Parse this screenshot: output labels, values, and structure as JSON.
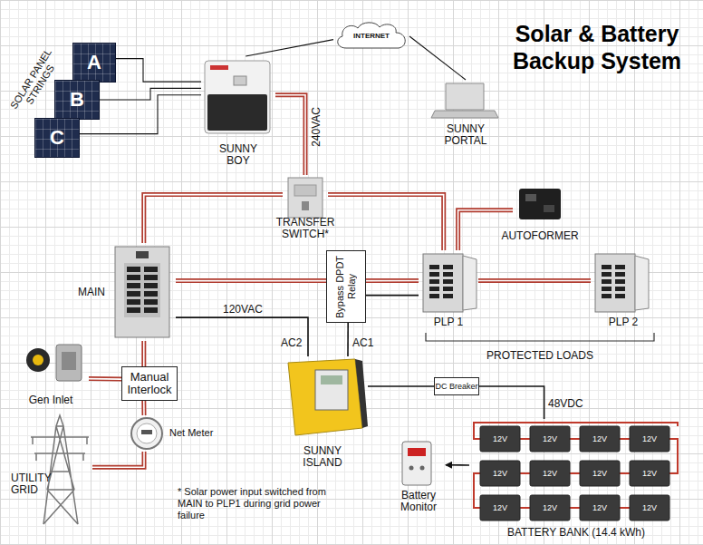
{
  "diagram": {
    "title": "Solar & Battery Backup System",
    "nodes": [
      {
        "text": [
          "A"
        ]
      },
      {
        "text": [
          "B"
        ]
      },
      {
        "text": [
          "C"
        ]
      },
      {
        "text": [
          "INTERNET"
        ]
      },
      {
        "text": [
          "SUNNY BOY"
        ]
      },
      {
        "text": [
          "SUNNY PORTAL"
        ]
      },
      {
        "text": [
          "TRANSFER SWITCH*"
        ]
      },
      {
        "text": [
          "AUTOFORMER"
        ]
      },
      {
        "text": [
          "MAIN"
        ]
      },
      {
        "text": [
          "Bypass DPDT Relay"
        ]
      },
      {
        "text": [
          "PLP 1"
        ]
      },
      {
        "text": [
          "PLP 2"
        ]
      },
      {
        "text": [
          "Gen Inlet"
        ]
      },
      {
        "text": [
          "Manual Interlock"
        ]
      },
      {
        "text": [
          "SUNNY ISLAND"
        ]
      },
      {
        "text": [
          "DC Breaker"
        ]
      },
      {
        "text": [
          "Net Meter"
        ]
      },
      {
        "text": [
          "Battery Monitor"
        ]
      },
      {
        "text": [
          "UTILITY GRID"
        ]
      },
      {
        "text": [
          "BATTERY BANK (14.4 kWh)"
        ]
      }
    ],
    "edges": [
      {
        "from": 0,
        "to": 4,
        "arrow": "none"
      },
      {
        "from": 1,
        "to": 4,
        "arrow": "none"
      },
      {
        "from": 2,
        "to": 4,
        "arrow": "none"
      },
      {
        "from": 4,
        "to": 3,
        "arrow": "none"
      },
      {
        "from": 3,
        "to": 5,
        "arrow": "none"
      },
      {
        "from": 4,
        "to": 6,
        "label": "240VAC",
        "arrow": "none"
      },
      {
        "from": 6,
        "to": 8,
        "arrow": "none"
      },
      {
        "from": 6,
        "to": 10,
        "arrow": "none"
      },
      {
        "from": 10,
        "to": 7,
        "arrow": "none"
      },
      {
        "from": 8,
        "to": 9,
        "arrow": "none"
      },
      {
        "from": 9,
        "to": 10,
        "arrow": "none"
      },
      {
        "from": 10,
        "to": 11,
        "arrow": "none"
      },
      {
        "from": 8,
        "to": 14,
        "label": "120VAC",
        "arrow": "none"
      },
      {
        "from": 14,
        "to": 9,
        "arrow": "none"
      },
      {
        "from": 9,
        "to": 10,
        "arrow": "none"
      },
      {
        "from": 12,
        "to": 13,
        "arrow": "none"
      },
      {
        "from": 13,
        "to": 8,
        "arrow": "none"
      },
      {
        "from": 16,
        "to": 13,
        "arrow": "none"
      },
      {
        "from": 18,
        "to": 16,
        "arrow": "none"
      },
      {
        "from": 14,
        "to": 15,
        "arrow": "none"
      },
      {
        "from": 15,
        "to": 19,
        "label": "48VDC",
        "arrow": "none"
      },
      {
        "from": 19,
        "to": 17,
        "arrow": "to"
      }
    ],
    "labels": [
      "SOLAR PANEL STRINGS",
      "PROTECTED LOADS",
      "AC2",
      "AC1",
      "12V",
      "12V",
      "12V",
      "12V",
      "12V",
      "12V",
      "12V",
      "12V",
      "12V",
      "12V",
      "12V",
      "12V",
      "* Solar power input switched from MAIN to PLP1 during grid power failure"
    ]
  }
}
